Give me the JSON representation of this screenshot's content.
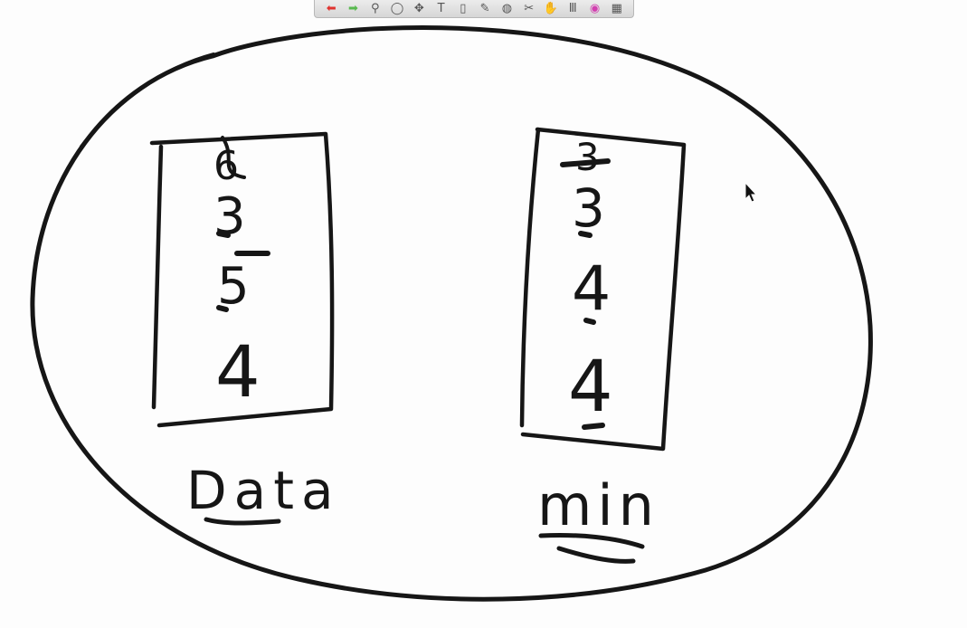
{
  "toolbar": {
    "tools": [
      {
        "icon": "undo-icon",
        "glyph": "⬅",
        "color": "#e0332f"
      },
      {
        "icon": "redo-icon",
        "glyph": "➡",
        "color": "#58b94f"
      },
      {
        "icon": "zoom-icon",
        "glyph": "⚲",
        "color": "#555555"
      },
      {
        "icon": "lasso-icon",
        "glyph": "◯",
        "color": "#555555"
      },
      {
        "icon": "move-icon",
        "glyph": "✥",
        "color": "#555555"
      },
      {
        "icon": "text-icon",
        "glyph": "T",
        "color": "#555555"
      },
      {
        "icon": "shape-icon",
        "glyph": "▯",
        "color": "#555555"
      },
      {
        "icon": "pen-icon",
        "glyph": "✎",
        "color": "#555555"
      },
      {
        "icon": "globe-icon",
        "glyph": "◍",
        "color": "#555555"
      },
      {
        "icon": "eraser-icon",
        "glyph": "✂",
        "color": "#555555"
      },
      {
        "icon": "hand-icon",
        "glyph": "✋",
        "color": "#555555"
      },
      {
        "icon": "brush-icon",
        "glyph": "Ⅲ",
        "color": "#555555"
      },
      {
        "icon": "color-wheel-icon",
        "glyph": "◉",
        "color": "#d23fb0"
      },
      {
        "icon": "grid-icon",
        "glyph": "▦",
        "color": "#555555"
      }
    ]
  },
  "drawing": {
    "ink_color": "#161616",
    "left_box": {
      "values": [
        "6",
        "3",
        "5",
        "4"
      ],
      "label": "Data"
    },
    "right_box": {
      "values": [
        "3",
        "3",
        "4",
        "4"
      ],
      "label": "min"
    }
  }
}
